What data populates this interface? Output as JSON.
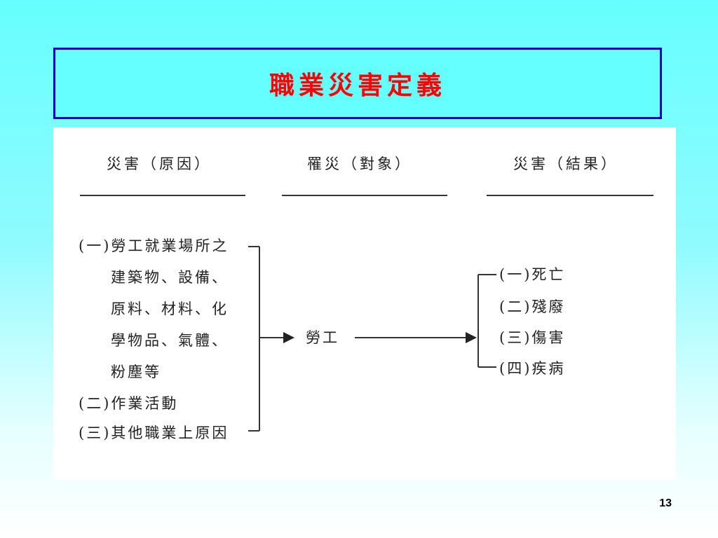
{
  "slide": {
    "title": "職業災害定義",
    "page_number": "13"
  },
  "diagram": {
    "headers": [
      "災害（原因）",
      "罹災（對象）",
      "災害（結果）"
    ],
    "causes": [
      "(一)勞工就業場所之",
      "建築物、設備、",
      "原料、材料、化",
      "學物品、氣體、",
      "粉塵等",
      "(二)作業活動",
      "(三)其他職業上原因"
    ],
    "subject": "勞工",
    "results": [
      "(一)死亡",
      "(二)殘廢",
      "(三)傷害",
      "(四)疾病"
    ]
  },
  "colors": {
    "title_text": "#ff0000",
    "title_border": "#0000cc",
    "background": "#66ffff"
  }
}
